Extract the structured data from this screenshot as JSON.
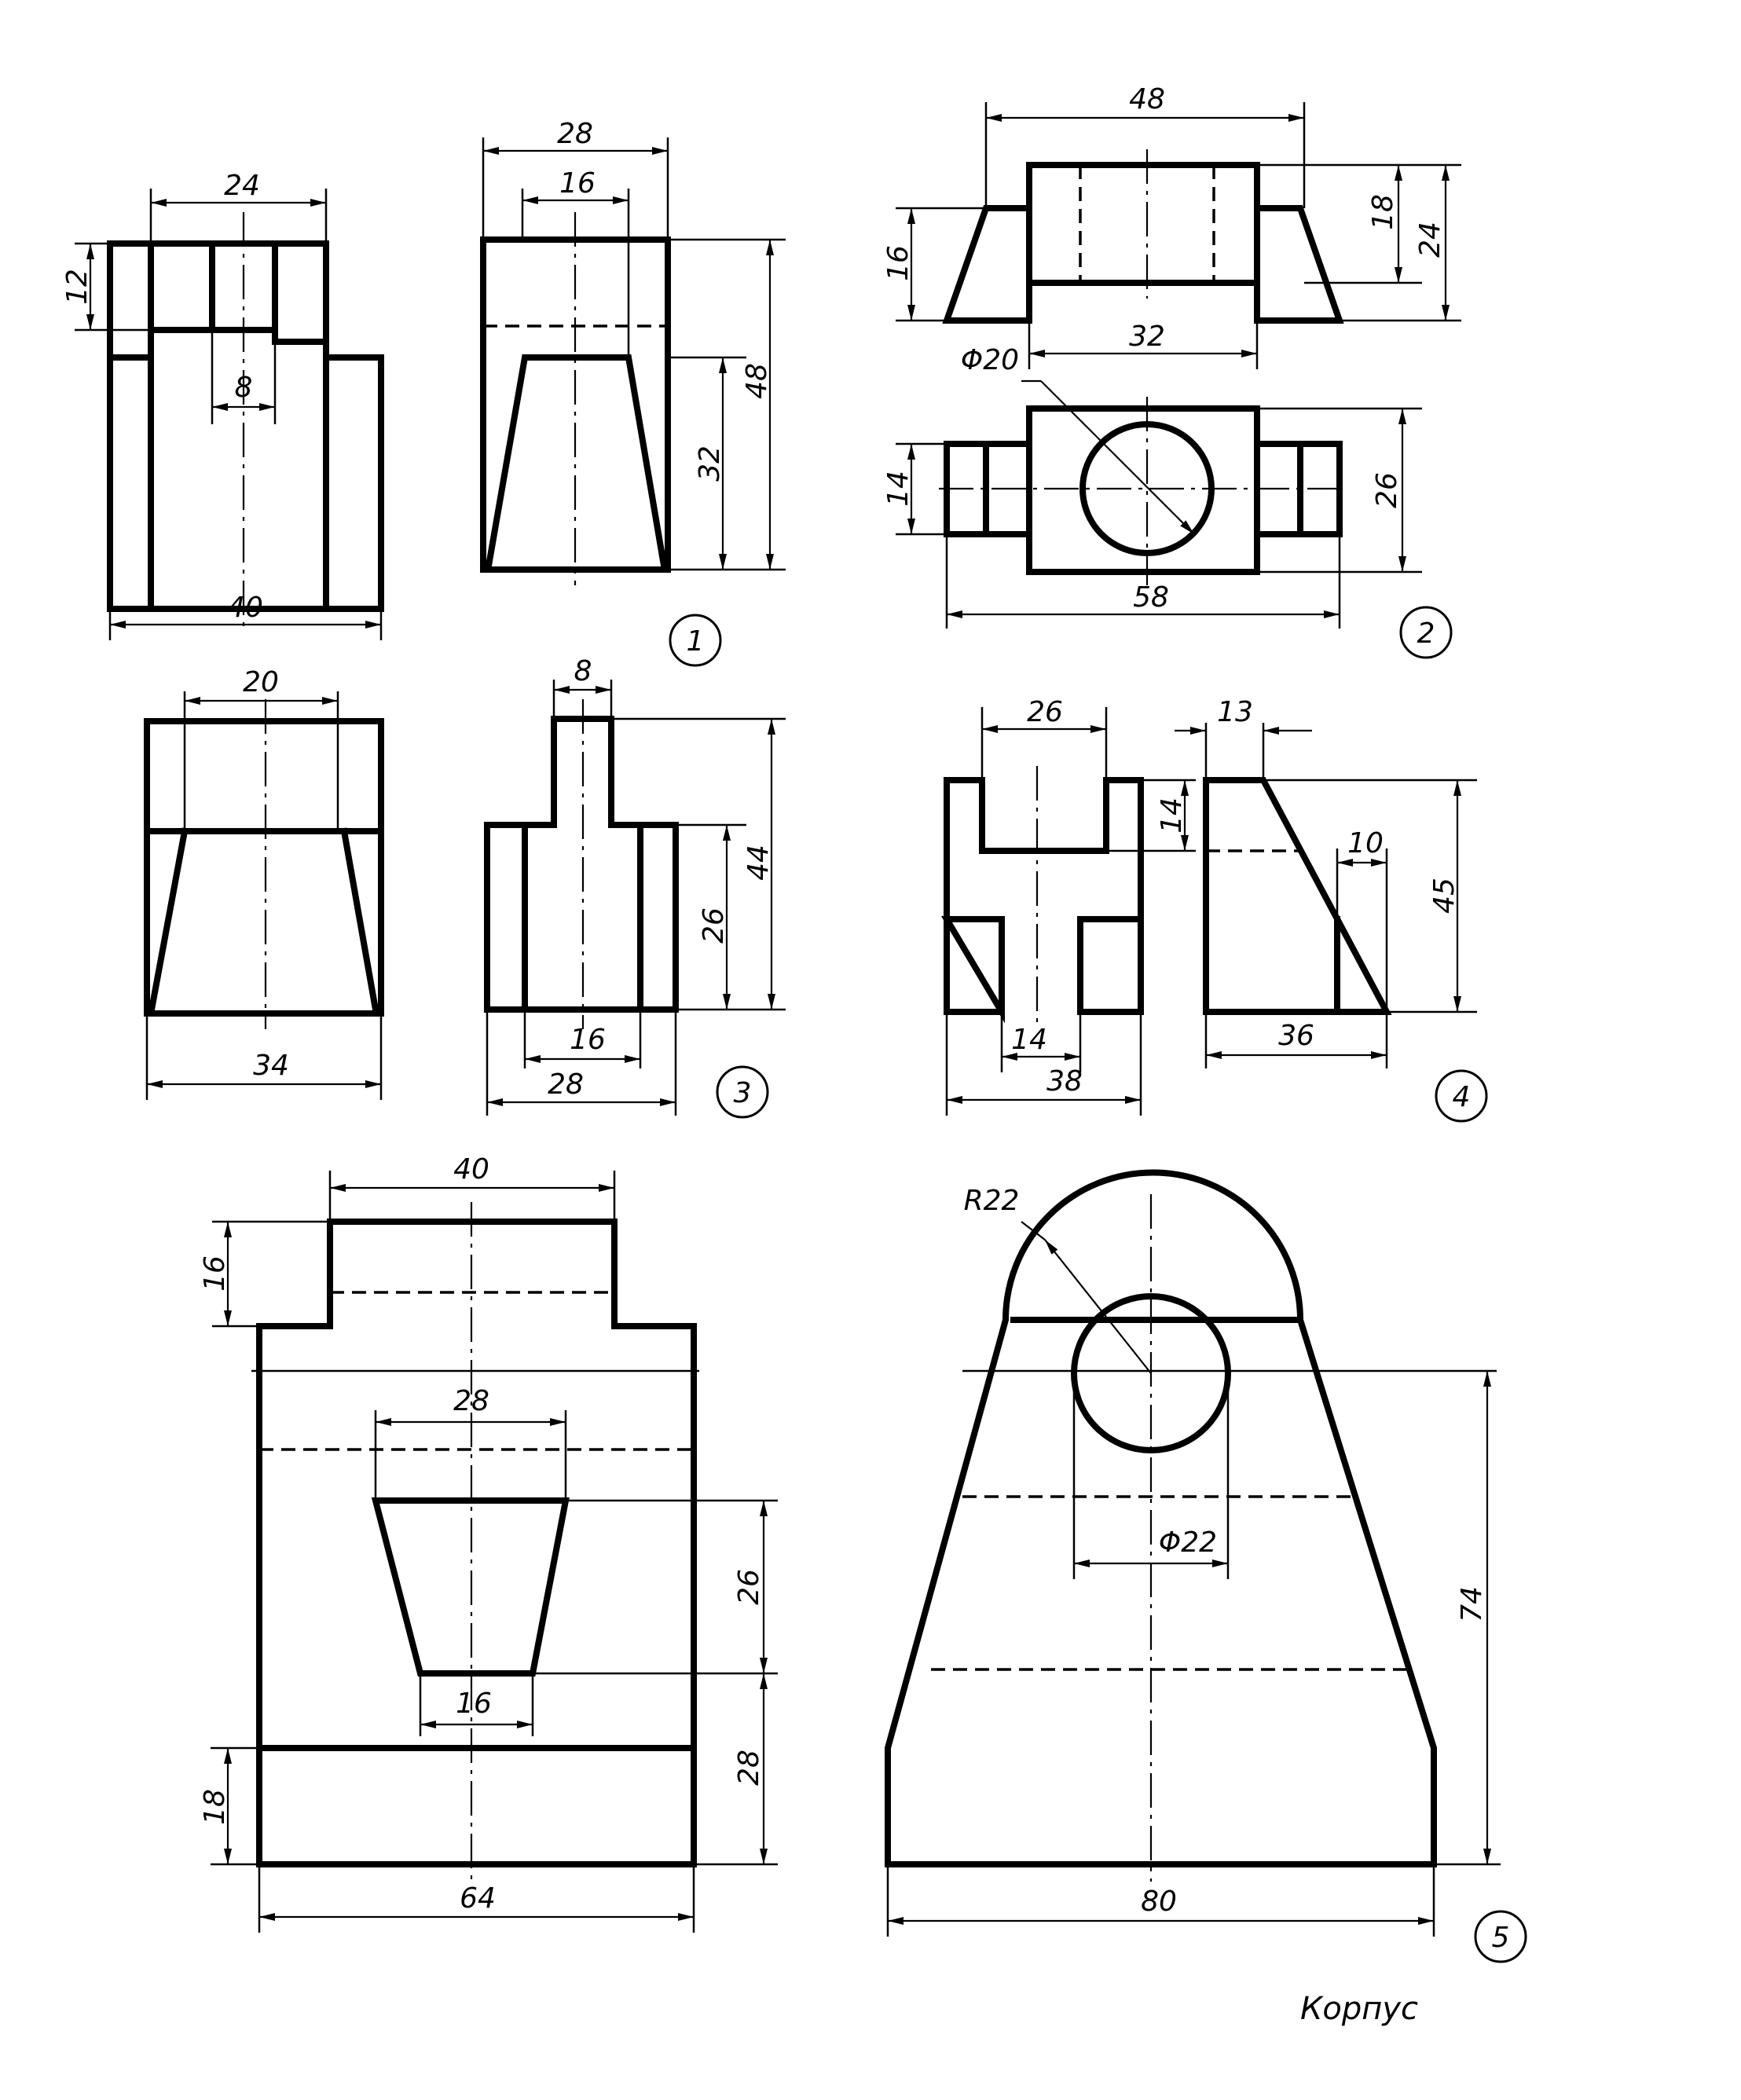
{
  "drawings": [
    {
      "number": "1",
      "dims": [
        "24",
        "12",
        "8",
        "40",
        "28",
        "16",
        "32",
        "48"
      ]
    },
    {
      "number": "2",
      "dims": [
        "48",
        "16",
        "18",
        "24",
        "32",
        "Φ20",
        "14",
        "26",
        "58"
      ]
    },
    {
      "number": "3",
      "dims": [
        "20",
        "34",
        "8",
        "26",
        "44",
        "16",
        "28"
      ]
    },
    {
      "number": "4",
      "dims": [
        "26",
        "14",
        "38",
        "13",
        "10",
        "45",
        "36"
      ]
    },
    {
      "number": "5",
      "dims": [
        "40",
        "16",
        "28",
        "26",
        "28",
        "16",
        "18",
        "64",
        "R22",
        "Φ22",
        "74",
        "80"
      ]
    }
  ],
  "caption": "Корпус"
}
